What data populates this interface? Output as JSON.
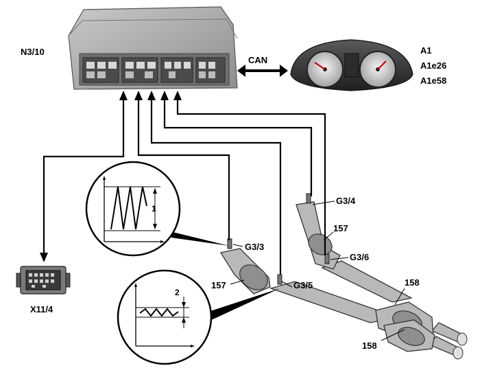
{
  "labels": {
    "control_unit": "N3/10",
    "bus": "CAN",
    "cluster_1": "A1",
    "cluster_2": "A1e26",
    "cluster_3": "A1e58",
    "connector": "X11/4",
    "sensor_g33": "G3/3",
    "sensor_g35": "G3/5",
    "sensor_g34": "G3/4",
    "sensor_g36": "G3/6",
    "cat_left": "157",
    "cat_right": "157",
    "muffler_top": "158",
    "muffler_bottom": "158",
    "signal_1_marker": "1",
    "signal_2_marker": "2"
  },
  "icons": {
    "control_unit": "ecu-module-icon",
    "cluster": "instrument-cluster-icon",
    "connector": "diagnostic-connector-icon",
    "bus_arrow": "double-headed-arrow-icon"
  },
  "colors": {
    "line": "#000000",
    "module_body": "#9a9a9a",
    "pipe": "#b9b9b9",
    "background": "#ffffff"
  }
}
